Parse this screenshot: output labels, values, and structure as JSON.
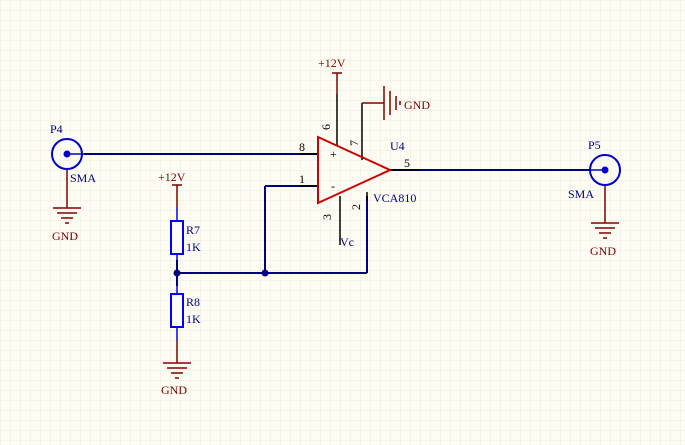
{
  "colors": {
    "background": "#fefdf3",
    "grid": "#eeece0",
    "wire": "#000080",
    "power": "#800000",
    "component": "#cc0000",
    "resistor": "#0000ff",
    "label": "#800000",
    "designator": "#000080",
    "pin": "#000000"
  },
  "power": {
    "vcc_opamp": "+12V",
    "vcc_divider": "+12V",
    "gnd_opamp": "GND",
    "gnd_p4": "GND",
    "gnd_p5": "GND",
    "gnd_r8": "GND"
  },
  "connectors": {
    "p4": {
      "designator": "P4",
      "type": "SMA"
    },
    "p5": {
      "designator": "P5",
      "type": "SMA"
    }
  },
  "resistors": {
    "r7": {
      "designator": "R7",
      "value": "1K"
    },
    "r8": {
      "designator": "R8",
      "value": "1K"
    }
  },
  "opamp": {
    "designator": "U4",
    "part": "VCA810",
    "plus_sign": "+",
    "minus_sign": "-",
    "vc_label": "Vc",
    "pins": {
      "p8": "8",
      "p1": "1",
      "p6": "6",
      "p7": "7",
      "p3": "3",
      "p2": "2",
      "p5": "5"
    }
  }
}
